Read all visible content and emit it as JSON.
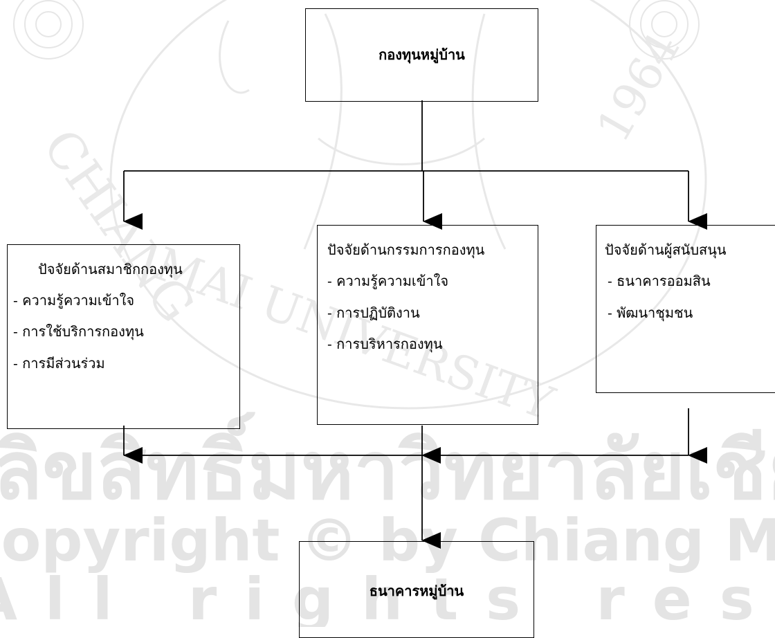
{
  "nodes": {
    "top": {
      "label": "กองทุนหมู่บ้าน"
    },
    "left": {
      "title": "ปัจจัยด้านสมาชิกกองทุน",
      "items": [
        "- ความรู้ความเข้าใจ",
        "- การใช้บริการกองทุน",
        "- การมีส่วนร่วม"
      ]
    },
    "middle": {
      "title": "ปัจจัยด้านกรรมการกองทุน",
      "items": [
        "- ความรู้ความเข้าใจ",
        "- การปฏิบัติงาน",
        "- การบริหารกองทุน"
      ]
    },
    "right": {
      "title": "ปัจจัยด้านผู้สนับสนุน",
      "items": [
        "- ธนาคารออมสิน",
        "- พัฒนาชุมชน"
      ]
    },
    "bottom": {
      "label": "ธนาคารหมู่บ้าน"
    }
  },
  "watermark": {
    "text_thai": "ลิขสิทธิ์มหาวิทยาลัยเชียงใหม่",
    "text_copyright": "Copyright © by Chiang Mai University",
    "text_rights": "All rights reserved",
    "seal_text": "CHIANG MAI UNIVERSITY 1964",
    "color": "#e6e6e6"
  }
}
